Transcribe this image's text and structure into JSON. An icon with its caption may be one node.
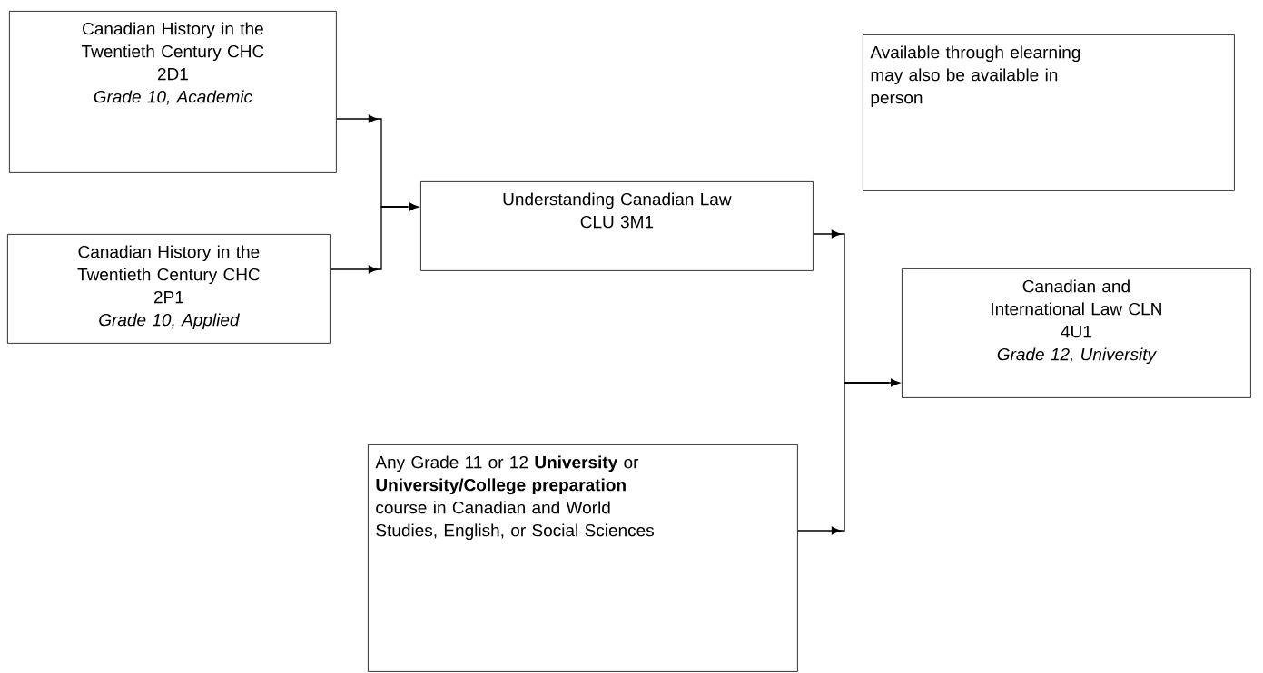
{
  "diagram": {
    "nodes": [
      {
        "text": [
          "Canadian History in the Twentieth Century CHC 2D1",
          "Grade 10, Academic"
        ]
      },
      {
        "text": [
          "Canadian History in the Twentieth Century CHC 2P1",
          "Grade 10, Applied"
        ]
      },
      {
        "text": [
          "Understanding Canadian Law CLU 3M1"
        ]
      },
      {
        "text": [
          "Available through elearning may also be available in person"
        ]
      },
      {
        "text": [
          "Canadian and International Law CLN 4U1",
          "Grade 12, University"
        ]
      },
      {
        "text": [
          "Any Grade 11 or 12 **University** or **University/College preparation** course in Canadian and World Studies, English, or Social Sciences"
        ]
      }
    ],
    "edges": [
      {
        "from": 0,
        "to": 2,
        "arrow": "to"
      },
      {
        "from": 1,
        "to": 2,
        "arrow": "to"
      },
      {
        "from": 2,
        "to": 4,
        "arrow": "to"
      },
      {
        "from": 5,
        "to": 4,
        "arrow": "to"
      }
    ]
  }
}
